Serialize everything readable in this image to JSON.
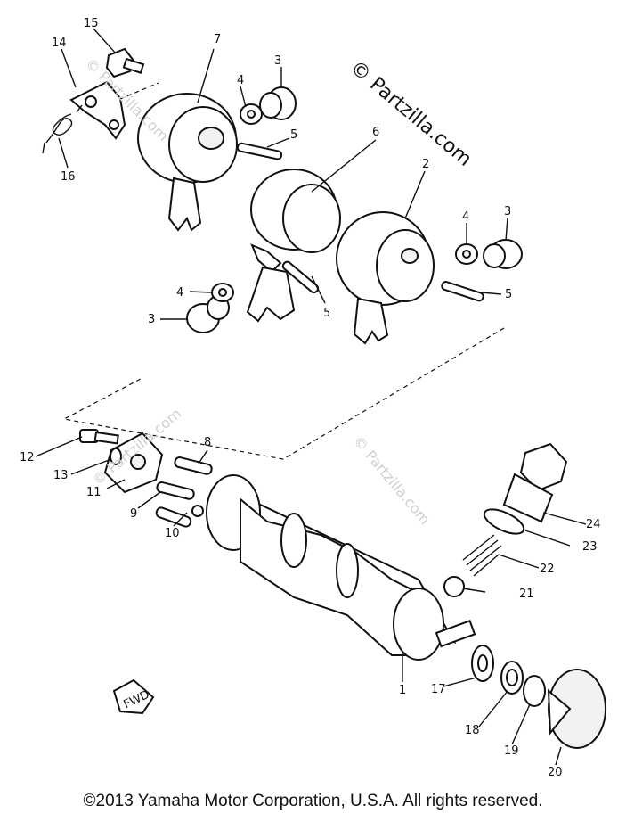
{
  "watermark": "© Partzilla.com",
  "copyright": "©2013 Yamaha Motor Corporation, U.S.A. All rights reserved.",
  "fwd_label": "FWD",
  "callouts": {
    "n1": "1",
    "n2": "2",
    "n3a": "3",
    "n3b": "3",
    "n3c": "3",
    "n4a": "4",
    "n4b": "4",
    "n4c": "4",
    "n5a": "5",
    "n5b": "5",
    "n5c": "5",
    "n6": "6",
    "n7": "7",
    "n8": "8",
    "n9": "9",
    "n10": "10",
    "n11": "11",
    "n12": "12",
    "n13": "13",
    "n14": "14",
    "n15": "15",
    "n16": "16",
    "n17": "17",
    "n18": "18",
    "n19": "19",
    "n20": "20",
    "n21": "21",
    "n22": "22",
    "n23": "23",
    "n24": "24"
  }
}
